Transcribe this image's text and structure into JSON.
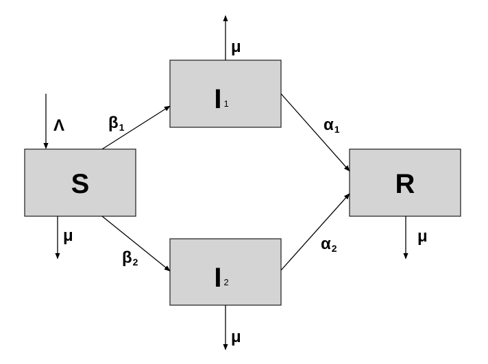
{
  "nodes": {
    "S": {
      "label": "S",
      "sub": ""
    },
    "I1": {
      "label": "I",
      "sub": "1"
    },
    "I2": {
      "label": "I",
      "sub": "2"
    },
    "R": {
      "label": "R",
      "sub": ""
    }
  },
  "edges": {
    "inflow_S": {
      "symbol": "Λ",
      "sub": ""
    },
    "S_to_I1": {
      "symbol": "β",
      "sub": "1"
    },
    "S_to_I2": {
      "symbol": "β",
      "sub": "2"
    },
    "I1_to_R": {
      "symbol": "α",
      "sub": "1"
    },
    "I2_to_R": {
      "symbol": "α",
      "sub": "2"
    },
    "death_S": {
      "symbol": "μ",
      "sub": ""
    },
    "death_I1": {
      "symbol": "μ",
      "sub": ""
    },
    "death_I2": {
      "symbol": "μ",
      "sub": ""
    },
    "death_R": {
      "symbol": "μ",
      "sub": ""
    }
  },
  "colors": {
    "box_fill": "#d4d4d4",
    "box_stroke": "#2a2a2a",
    "line": "#000000",
    "background": "#ffffff"
  }
}
